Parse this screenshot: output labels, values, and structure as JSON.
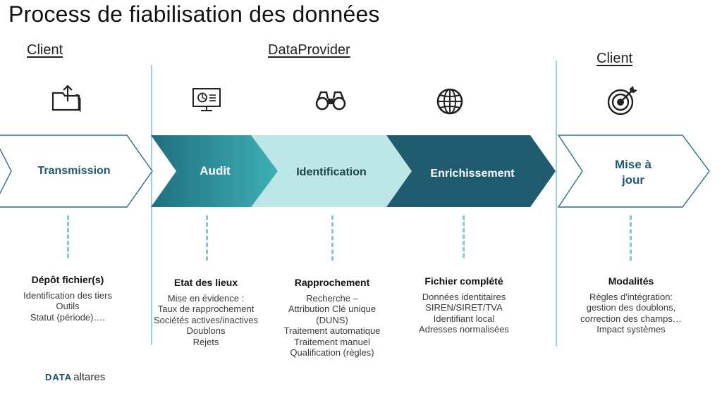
{
  "title": "Process de fiabilisation des données",
  "groups": {
    "client_left": "Client",
    "dataprovider": "DataProvider",
    "client_right": "Client"
  },
  "colors": {
    "transmission_fill": "#ffffff",
    "transmission_stroke": "#2b6f80",
    "audit_fill": "#2b8a98",
    "identification_fill": "#bde6e6",
    "enrichissement_fill": "#1f5a6e",
    "mise_a_jour_stroke": "#2b6f80",
    "divider": "#9bd3d6",
    "dash": "#7fc9cc"
  },
  "icons": {
    "transmission": "folder-upload-icon",
    "audit": "presentation-chart-icon",
    "identification": "binoculars-icon",
    "enrichissement": "globe-icon",
    "mise_a_jour": "target-icon"
  },
  "steps": [
    {
      "id": "transmission",
      "label": "Transmission"
    },
    {
      "id": "audit",
      "label": "Audit"
    },
    {
      "id": "identification",
      "label": "Identification"
    },
    {
      "id": "enrichissement",
      "label": "Enrichissement"
    },
    {
      "id": "mise_a_jour",
      "label_line1": "Mise à",
      "label_line2": "jour"
    }
  ],
  "details": [
    {
      "heading": "Dépôt fichier(s)",
      "lines": [
        "Identification des tiers",
        "Outils",
        "Statut (période)…."
      ]
    },
    {
      "heading": "Etat des lieux",
      "lines": [
        "Mise en évidence :",
        "Taux de rapprochement",
        "Sociétés actives/inactives",
        "Doublons",
        "Rejets"
      ]
    },
    {
      "heading": "Rapprochement",
      "lines": [
        "Recherche –",
        "Attribution Clé unique",
        "(DUNS)",
        "Traitement automatique",
        "Traitement manuel",
        "Qualification (règles)"
      ]
    },
    {
      "heading": "Fichier complété",
      "lines": [
        "Données identitaires",
        "SIREN/SIRET/TVA",
        "Identifiant local",
        "Adresses normalisées"
      ]
    },
    {
      "heading": "Modalités",
      "lines": [
        "Règles d'intégration:",
        "gestion des doublons,",
        "correction des champs…",
        "Impact systèmes"
      ]
    }
  ],
  "logo": {
    "part1": "DATA",
    "part2": "altares"
  }
}
